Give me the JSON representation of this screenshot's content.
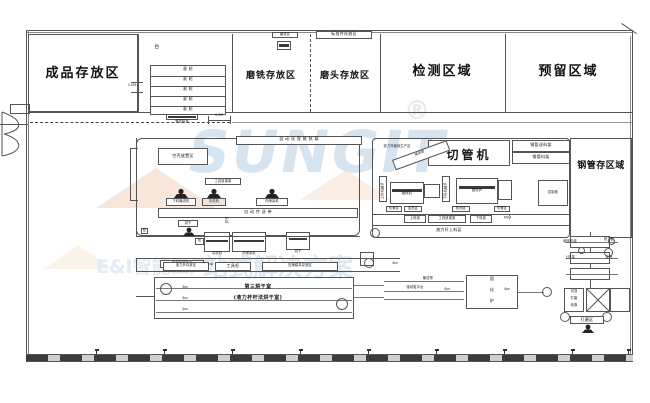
{
  "drawing": {
    "kind": "factory-floor-plan",
    "watermark_main": "SUNGIT",
    "watermark_reg": "®",
    "watermark_cn": "一站式解决方案",
    "watermark_cn2": "E&I智能工厂"
  },
  "zones": {
    "finished_goods": "成品存放区",
    "mill_store": "磨铣存放区",
    "head_store": "磨头存放区",
    "inspection": "检测区域",
    "reserved": "预留区域",
    "pipe_store": "钢管存区域"
  },
  "top_tags": {
    "tag_a": "磨铣区",
    "tag_b": "标准件存放区",
    "tag_c": "台",
    "dim_1": "3.0M",
    "dim_2": "4.5M"
  },
  "roller_table": {
    "rows": [
      "滚  轮",
      "滚  轮",
      "滚  轮",
      "滚  轮",
      "滚  轮"
    ],
    "footer": "输送辊道"
  },
  "center_hall": {
    "banner": "自  动  化  智  能  装  载",
    "conveyor_banner": "自  动  传  送  带",
    "empty_area": "空壳放置区",
    "tool_rack": "工具放置架",
    "stations": [
      "下料输送机",
      "清洗机",
      "内喷涂机"
    ],
    "sub_station": "烘干",
    "lower_zone": "液力杆装检区",
    "left_small": "检"
  },
  "right_hall": {
    "area_label": "液力杆缠绕生产区",
    "cut_machine": "切管机",
    "feed_rack": "钢管送料架",
    "pipe_rack": "钢管料架",
    "ctrl_cabinet": "控制柜",
    "belt": "输送带",
    "stations": [
      "缠绕机",
      "固化炉"
    ],
    "v_labels": [
      "上料机械手",
      "下料机械手"
    ],
    "small_tags": [
      "切管区",
      "加热区",
      "检测区"
    ],
    "bottom_tags": [
      "上料架",
      "工具放置架",
      "下料架"
    ],
    "bottom_title": "液力杆上料区"
  },
  "bottom_row": {
    "tags": [
      "液力杆存放区",
      "工具柜",
      "压铸模具存放区"
    ],
    "dryer_title": "第三烘干室",
    "dryer_sub": "(液力杆杆法烘干室)"
  },
  "bottom_right": {
    "conveyor_label": "输送带",
    "roller_label": "驱动辊平台",
    "oven_top": "固",
    "oven_mid": "化",
    "oven_bottom": "炉",
    "oven_side": "炉",
    "machine_labels": [
      "缠绕机组",
      "张力器",
      "上料架",
      "胶槽"
    ],
    "cluster_tags": [
      "切割",
      "打磨",
      "收卷"
    ],
    "cluster_title": "打磨区"
  },
  "colors": {
    "line": "#555555",
    "fill_dark": "#3b3b3b",
    "fill_gray": "#d9d9d9",
    "watermark_blue": "#cfe0ee",
    "watermark_orange": "#f7decd"
  }
}
